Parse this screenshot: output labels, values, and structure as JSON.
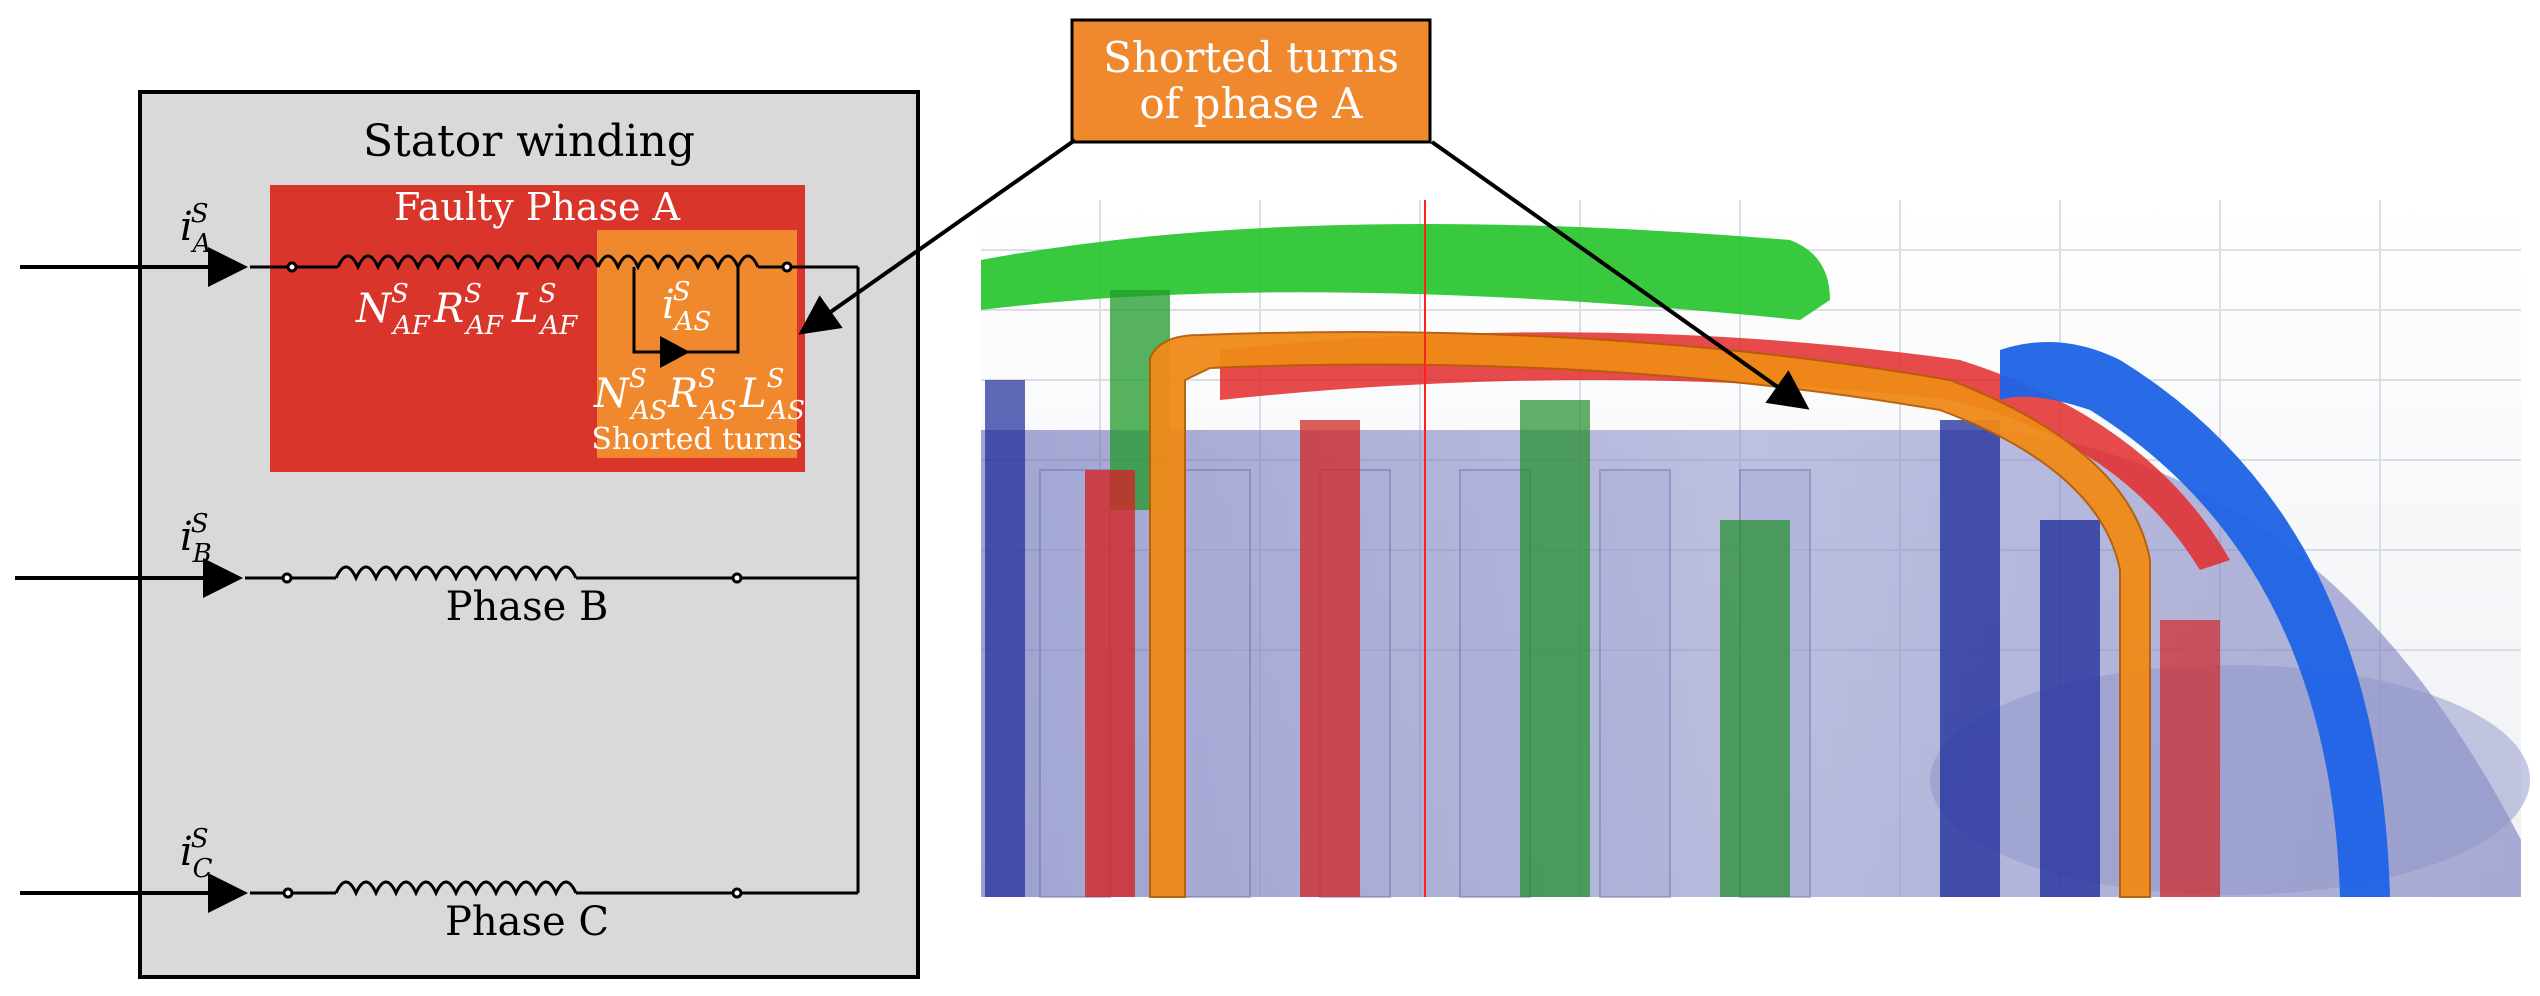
{
  "stator": {
    "title": "Stator winding",
    "faulty_phase": "Faulty Phase A",
    "shorted_turns_label": "Shorted turns",
    "phase_b": "Phase B",
    "phase_c": "Phase C"
  },
  "currents": {
    "iA": {
      "base": "i",
      "sub": "A",
      "sup": "S"
    },
    "iB": {
      "base": "i",
      "sub": "B",
      "sup": "S"
    },
    "iC": {
      "base": "i",
      "sub": "C",
      "sup": "S"
    },
    "iAS": {
      "base": "i",
      "sub": "AS",
      "sup": "S"
    }
  },
  "params_faulty": {
    "N": {
      "base": "N",
      "sub": "AF",
      "sup": "S"
    },
    "R": {
      "base": "R",
      "sub": "AF",
      "sup": "S"
    },
    "L": {
      "base": "L",
      "sub": "AF",
      "sup": "S"
    }
  },
  "params_shorted": {
    "N": {
      "base": "N",
      "sub": "AS",
      "sup": "S"
    },
    "R": {
      "base": "R",
      "sub": "AS",
      "sup": "S"
    },
    "L": {
      "base": "L",
      "sub": "AS",
      "sup": "S"
    }
  },
  "callout": {
    "line1": "Shorted turns",
    "line2": "of phase A"
  },
  "colors": {
    "panel_bg": "#d9d9d9",
    "faulty_red": "#d9352a",
    "shorted_orange": "#f0882e",
    "callout_orange": "#f0882e"
  }
}
